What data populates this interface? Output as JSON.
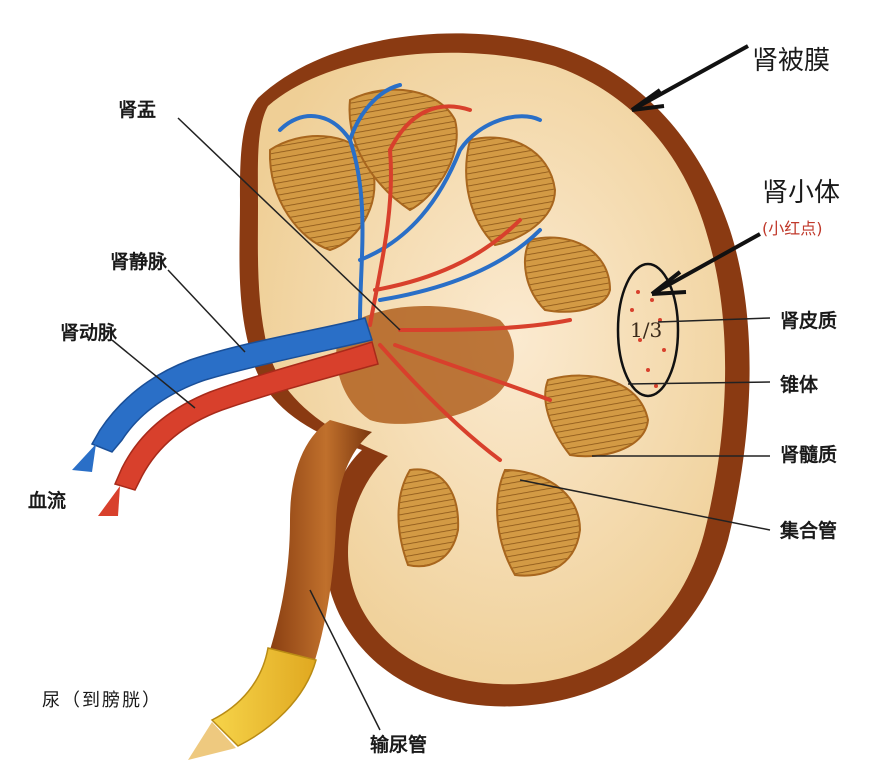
{
  "labels": {
    "capsule": "肾被膜",
    "corpuscle": "肾小体",
    "corpuscle_note": "(小红点)",
    "cortex": "肾皮质",
    "pyramid": "锥体",
    "medulla": "肾髓质",
    "collecting_duct": "集合管",
    "ureter": "输尿管",
    "urine": "尿（到膀胱）",
    "blood_flow": "血流",
    "renal_artery": "肾动脉",
    "renal_vein": "肾静脉",
    "renal_pelvis": "肾盂",
    "fraction": "1/3"
  },
  "colors": {
    "capsule": "#8a3a12",
    "cortex": "#f4d9a8",
    "pyramid": "#c8892e",
    "pelvis": "#b0601e",
    "vein": "#2a6fc7",
    "artery": "#d8402c",
    "ureter_end": "#f2c634"
  }
}
